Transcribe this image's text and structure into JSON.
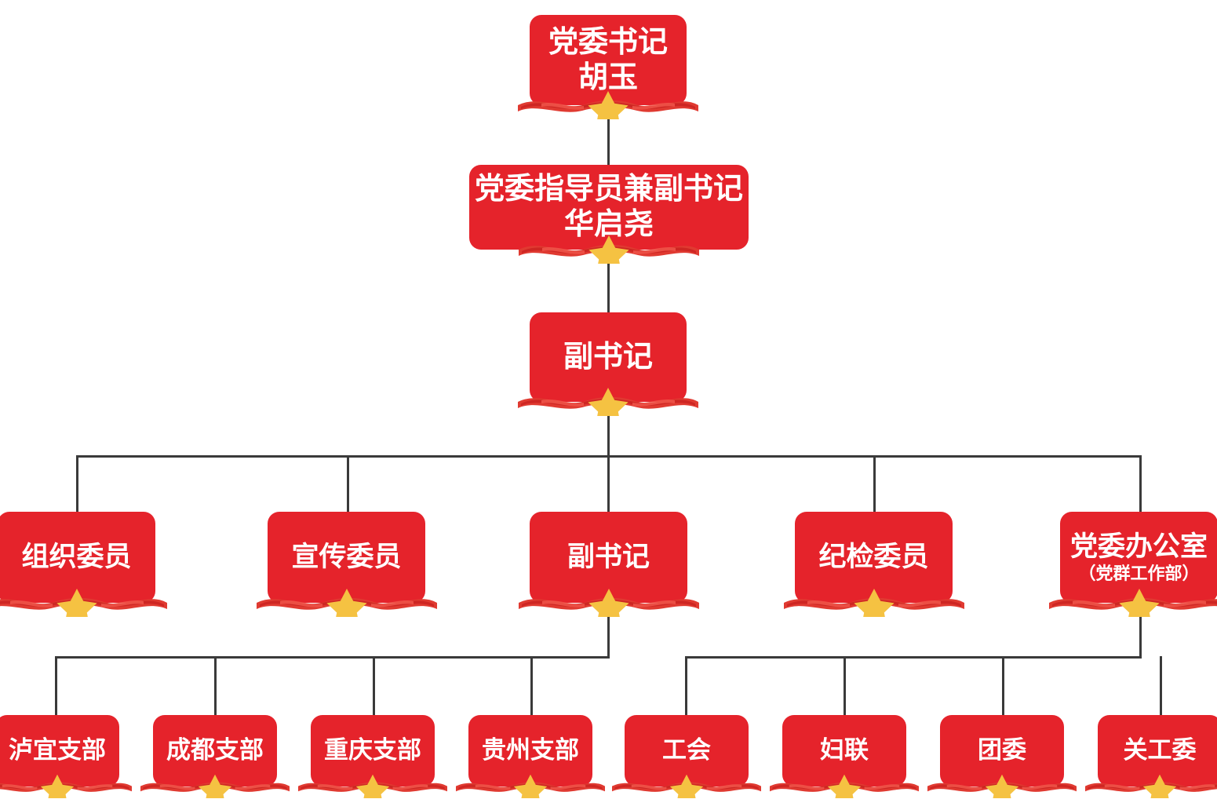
{
  "colors": {
    "box_red": "#e5232b",
    "ribbon_red": "#e03a31",
    "ribbon_red_dark": "#c8201f",
    "star_gold": "#f5c242",
    "connector": "#3a3a3a",
    "text": "#ffffff",
    "background": "#ffffff"
  },
  "chart_data": {
    "type": "diagram",
    "title": "党委组织架构图",
    "orientation": "top-down",
    "levels": 5,
    "nodes": [
      {
        "id": "n1",
        "title": "党委书记",
        "sub": "胡玉",
        "level": 1
      },
      {
        "id": "n2",
        "title": "党委指导员兼副书记",
        "sub": "华启尧",
        "level": 2
      },
      {
        "id": "n3",
        "title": "副书记",
        "sub": "",
        "level": 3
      },
      {
        "id": "n4",
        "title": "组织委员",
        "sub": "",
        "level": 4
      },
      {
        "id": "n5",
        "title": "宣传委员",
        "sub": "",
        "level": 4
      },
      {
        "id": "n6",
        "title": "副书记",
        "sub": "",
        "level": 4
      },
      {
        "id": "n7",
        "title": "纪检委员",
        "sub": "",
        "level": 4
      },
      {
        "id": "n8",
        "title": "党委办公室",
        "sub": "（党群工作部）",
        "level": 4
      },
      {
        "id": "n9",
        "title": "泸宜支部",
        "sub": "",
        "level": 5
      },
      {
        "id": "n10",
        "title": "成都支部",
        "sub": "",
        "level": 5
      },
      {
        "id": "n11",
        "title": "重庆支部",
        "sub": "",
        "level": 5
      },
      {
        "id": "n12",
        "title": "贵州支部",
        "sub": "",
        "level": 5
      },
      {
        "id": "n13",
        "title": "工会",
        "sub": "",
        "level": 5
      },
      {
        "id": "n14",
        "title": "妇联",
        "sub": "",
        "level": 5
      },
      {
        "id": "n15",
        "title": "团委",
        "sub": "",
        "level": 5
      },
      {
        "id": "n16",
        "title": "关工委",
        "sub": "",
        "level": 5
      }
    ],
    "edges": [
      {
        "from": "n1",
        "to": "n2"
      },
      {
        "from": "n2",
        "to": "n3"
      },
      {
        "from": "n3",
        "to": "n4"
      },
      {
        "from": "n3",
        "to": "n5"
      },
      {
        "from": "n3",
        "to": "n6"
      },
      {
        "from": "n3",
        "to": "n7"
      },
      {
        "from": "n3",
        "to": "n8"
      },
      {
        "from": "n6",
        "to": "n9"
      },
      {
        "from": "n6",
        "to": "n10"
      },
      {
        "from": "n6",
        "to": "n11"
      },
      {
        "from": "n6",
        "to": "n12"
      },
      {
        "from": "n8",
        "to": "n13"
      },
      {
        "from": "n8",
        "to": "n14"
      },
      {
        "from": "n8",
        "to": "n15"
      },
      {
        "from": "n8",
        "to": "n16"
      }
    ]
  },
  "nodes": {
    "party_secretary": {
      "title": "党委书记",
      "sub": "胡玉"
    },
    "party_instructor": {
      "title": "党委指导员兼副书记",
      "sub": "华启尧"
    },
    "deputy_secretary_top": {
      "title": "副书记",
      "sub": ""
    },
    "organization_member": {
      "title": "组织委员",
      "sub": ""
    },
    "propaganda_member": {
      "title": "宣传委员",
      "sub": ""
    },
    "deputy_secretary_mid": {
      "title": "副书记",
      "sub": ""
    },
    "discipline_member": {
      "title": "纪检委员",
      "sub": ""
    },
    "party_office": {
      "title": "党委办公室",
      "sub": "（党群工作部）"
    },
    "branch_luyi": {
      "title": "泸宜支部",
      "sub": ""
    },
    "branch_chengdu": {
      "title": "成都支部",
      "sub": ""
    },
    "branch_chongqing": {
      "title": "重庆支部",
      "sub": ""
    },
    "branch_guizhou": {
      "title": "贵州支部",
      "sub": ""
    },
    "labor_union": {
      "title": "工会",
      "sub": ""
    },
    "womens_federation": {
      "title": "妇联",
      "sub": ""
    },
    "youth_league": {
      "title": "团委",
      "sub": ""
    },
    "care_committee": {
      "title": "关工委",
      "sub": ""
    }
  }
}
